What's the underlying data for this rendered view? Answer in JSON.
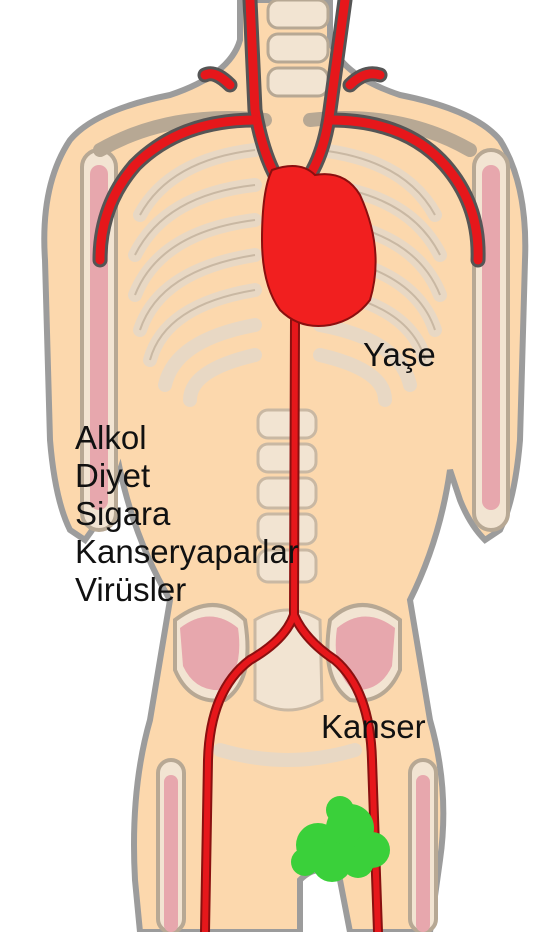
{
  "labels": {
    "heart_label": "Yaşe",
    "tumor_label": "Kanser",
    "risk_factors": [
      "Alkol",
      "Diyet",
      "Sigara",
      "Kanseryaparlar",
      "Virüsler"
    ]
  },
  "colors": {
    "skin": "#fcd8ad",
    "bone": "#f2e4d2",
    "bone_outline": "#b7a894",
    "artery": "#e6171b",
    "heart": "#f11f1f",
    "tumor": "#3ad03a",
    "marrow": "#e7a7ad",
    "outline": "#9c9c9c"
  },
  "icons": {
    "heart": "heart-icon",
    "tumor": "tumor-blob-icon"
  }
}
